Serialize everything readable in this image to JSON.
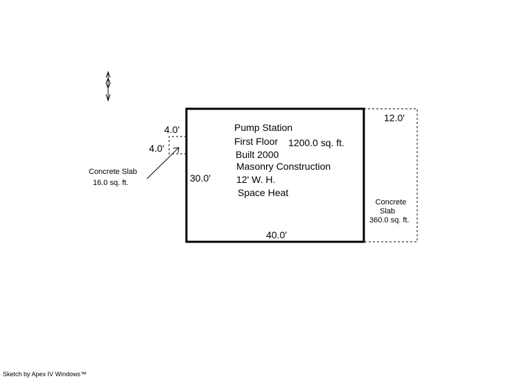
{
  "main_building": {
    "name": "Pump Station",
    "floor": "First Floor",
    "area": "1200.0 sq. ft.",
    "built": "Built 2000",
    "construction": "Masonry Construction",
    "wall_height": "12' W. H.",
    "heating": "Space Heat",
    "width_label": "40.0'",
    "depth_label": "30.0'"
  },
  "small_slab": {
    "label_line1": "Concrete Slab",
    "label_line2": "16.0 sq. ft.",
    "width_label": "4.0'",
    "depth_label": "4.0'"
  },
  "large_slab": {
    "label_line1": "Concrete",
    "label_line2": "Slab",
    "label_line3": "360.0 sq. ft.",
    "width_label": "12.0'"
  },
  "footer": {
    "credit": "Sketch by Apex IV Windows™"
  },
  "icons": {
    "north_arrow": "north-arrow-icon"
  }
}
